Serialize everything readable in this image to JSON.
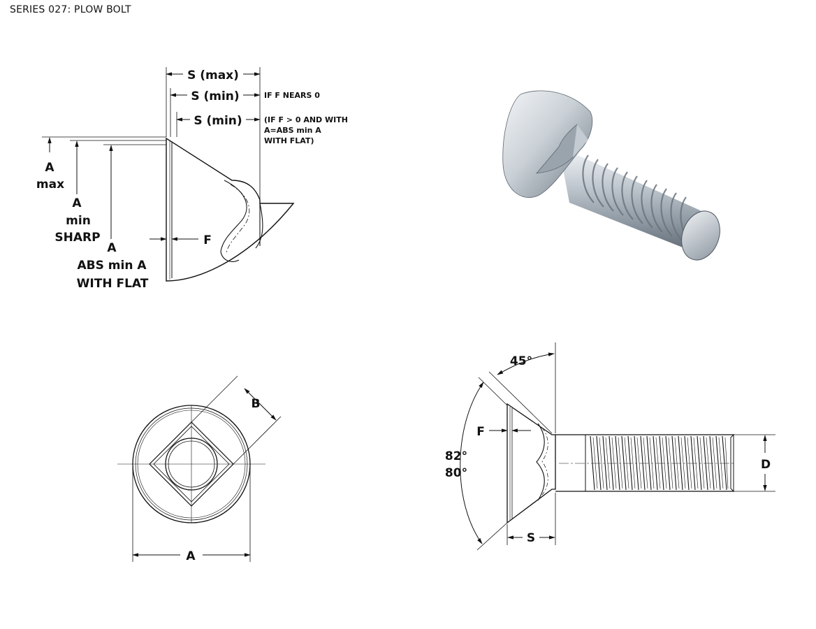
{
  "title": "SERIES 027: PLOW BOLT",
  "profile_view": {
    "s_max": "S (max)",
    "s_min_1": "S (min)",
    "s_min_2": "S (min)",
    "note_f_nears_0": "IF F NEARS 0",
    "note_with_flat": [
      "(IF F > 0 AND WITH",
      "A=ABS min A",
      "WITH FLAT)"
    ],
    "a_max": [
      "A",
      "max"
    ],
    "a_min_sharp": [
      "A",
      "min",
      "SHARP"
    ],
    "a_abs_min": [
      "A",
      "ABS min A",
      "WITH FLAT"
    ],
    "f": "F"
  },
  "end_view": {
    "b": "B",
    "a": "A"
  },
  "side_view": {
    "angle_45": "45°",
    "angle_82": "82°",
    "angle_80": "80°",
    "f": "F",
    "s": "S",
    "d": "D"
  },
  "colors": {
    "line": "#111111",
    "metal_light": "#e6eaee",
    "metal_dark": "#7f8a95"
  }
}
